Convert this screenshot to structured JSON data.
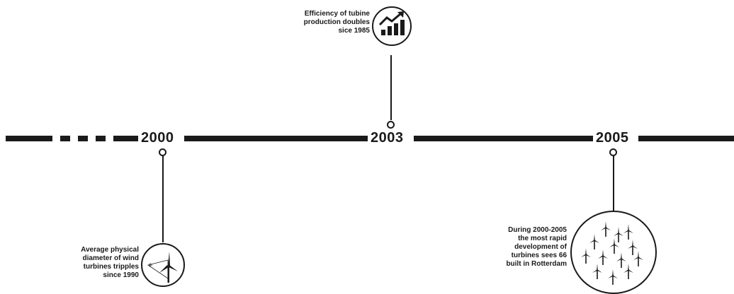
{
  "timeline": {
    "years": [
      "2000",
      "2003",
      "2005"
    ]
  },
  "events": {
    "efficiency": {
      "lines": [
        "Efficiency of tubine",
        "production doubles",
        "sice 1985"
      ],
      "icon": "bar-chart-growth-icon"
    },
    "diameter": {
      "lines": [
        "Average physical",
        "diameter of wind",
        "turbines tripples",
        "since 1990"
      ],
      "icon": "wind-turbine-diameter-icon"
    },
    "development": {
      "lines": [
        "During 2000-2005",
        "the most rapid",
        "development of",
        "turbines sees 66",
        "built in Rotterdam"
      ],
      "icon": "wind-farm-icon"
    }
  },
  "colors": {
    "ink": "#1a1a1a",
    "background": "#ffffff"
  }
}
